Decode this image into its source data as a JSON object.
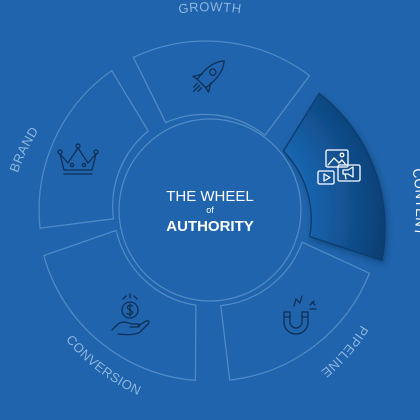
{
  "diagram": {
    "center": {
      "line1": "THE WHEEL",
      "line2": "of",
      "line3": "AUTHORITY"
    },
    "segments": [
      {
        "label": "GROWTH",
        "icon": "rocket-icon",
        "active": false
      },
      {
        "label": "CONTENT",
        "icon": "media-icon",
        "active": true
      },
      {
        "label": "PIPELINE",
        "icon": "magnet-icon",
        "active": false
      },
      {
        "label": "CONVERSION",
        "icon": "hand-coin-icon",
        "active": false
      },
      {
        "label": "BRAND",
        "icon": "crown-icon",
        "active": false
      }
    ]
  },
  "colors": {
    "background": "#1f64ac",
    "active_segment": "#0d4e8f",
    "label": "#8db5de",
    "icon": "#0f2f55"
  }
}
